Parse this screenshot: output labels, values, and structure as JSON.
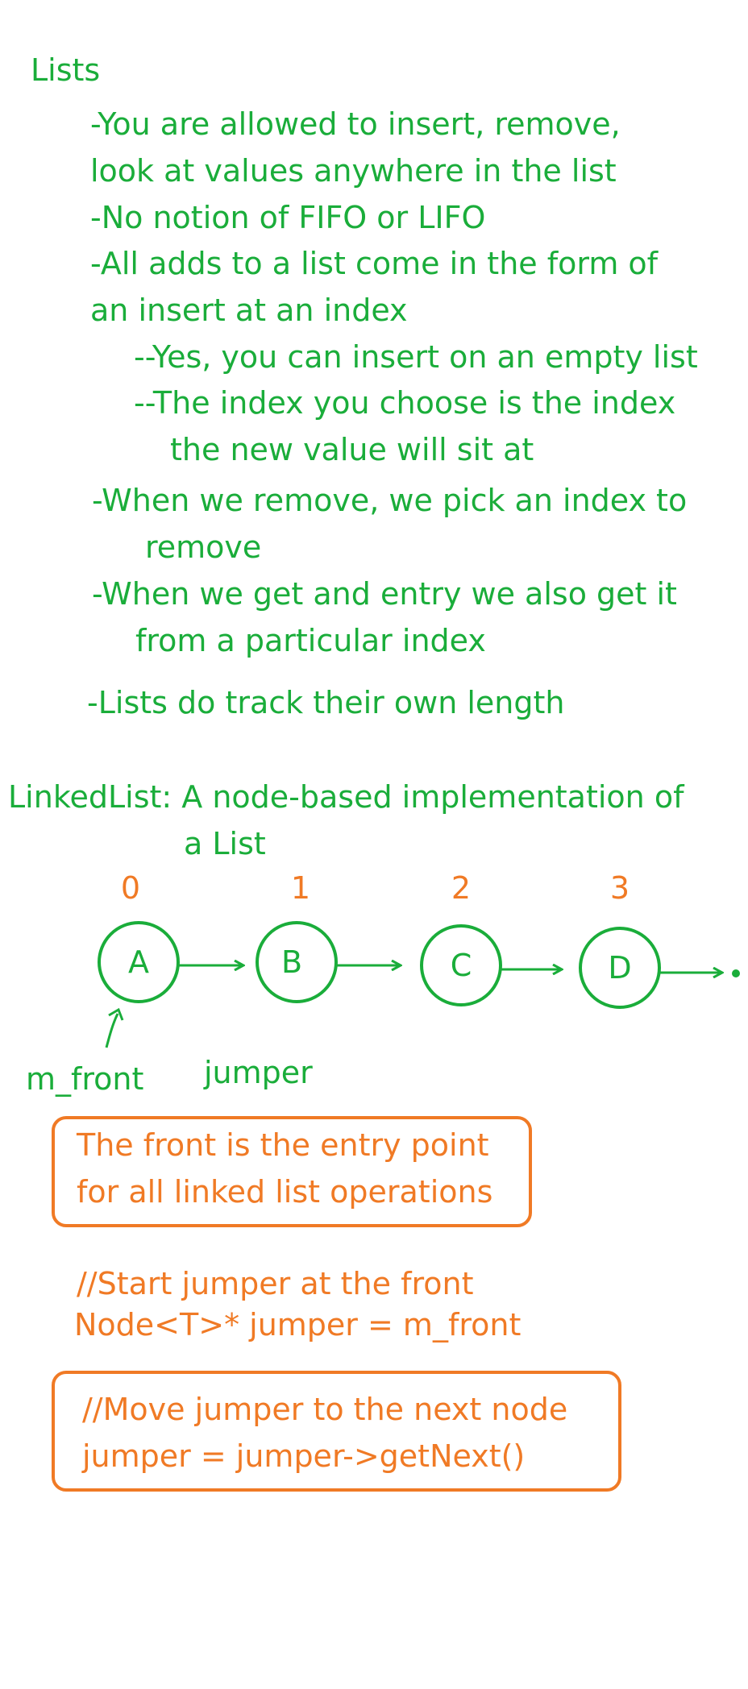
{
  "notes": {
    "heading": "Lists",
    "lines": [
      "-You are allowed to insert, remove,",
      "look at values anywhere in the list",
      "-No notion of FIFO or LIFO",
      "-All adds to a list come in the form of",
      "an insert at an index",
      "--Yes, you can insert on an empty list",
      "--The index you choose is the index",
      "the new value will sit at",
      "-When we remove, we pick an index to",
      "remove",
      "-When we get and entry we also get it",
      "from a particular index",
      "-Lists do track their own length"
    ]
  },
  "linked_list": {
    "title_line1": "LinkedList: A node-based implementation of",
    "title_line2": "a List",
    "indices": [
      "0",
      "1",
      "2",
      "3"
    ],
    "nodes": [
      "A",
      "B",
      "C",
      "D"
    ],
    "front_label": "m_front",
    "jumper_label": "jumper"
  },
  "boxes": {
    "front_note": [
      "The front is the entry point",
      "for all linked list operations"
    ],
    "start_comment": "//Start jumper at the front",
    "start_code": "Node<T>* jumper = m_front",
    "move_note": [
      "//Move jumper to the next node",
      "jumper = jumper->getNext()"
    ]
  },
  "colors": {
    "green": "#1aad3a",
    "orange": "#f07a25",
    "background": "#ffffff"
  }
}
